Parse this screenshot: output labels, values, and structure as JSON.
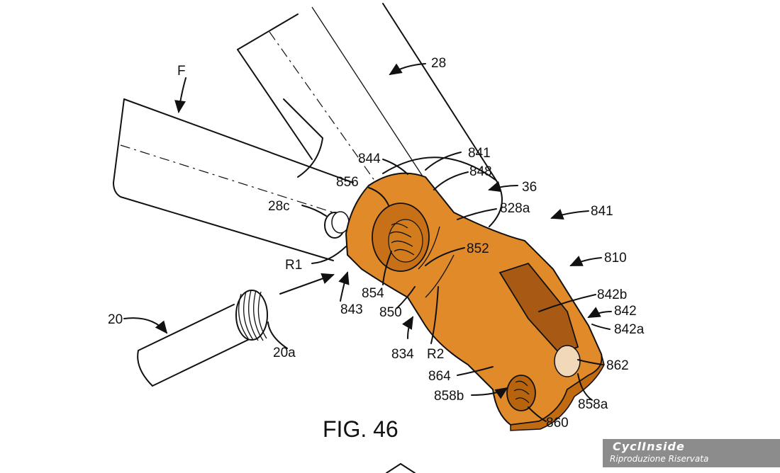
{
  "figure": {
    "caption": "FIG. 46",
    "labels": {
      "F": "F",
      "l28": "28",
      "l844": "844",
      "l841a": "841",
      "l848": "848",
      "l36": "36",
      "l856": "856",
      "l828a": "828a",
      "l841b": "841",
      "l28c": "28c",
      "l852": "852",
      "l810": "810",
      "lR1": "R1",
      "l854": "854",
      "l843": "843",
      "l850": "850",
      "l842b": "842b",
      "l842": "842",
      "l842a": "842a",
      "l20": "20",
      "l20a": "20a",
      "l834": "834",
      "lR2": "R2",
      "l862": "862",
      "l864": "864",
      "l858b": "858b",
      "l858a": "858a",
      "l860": "860"
    },
    "colors": {
      "part": "#e08a2a",
      "part_shadow": "#c06a12",
      "ink": "#111111"
    }
  },
  "watermark": {
    "brand": "CyclInside",
    "note": "Riproduzione Riservata"
  }
}
